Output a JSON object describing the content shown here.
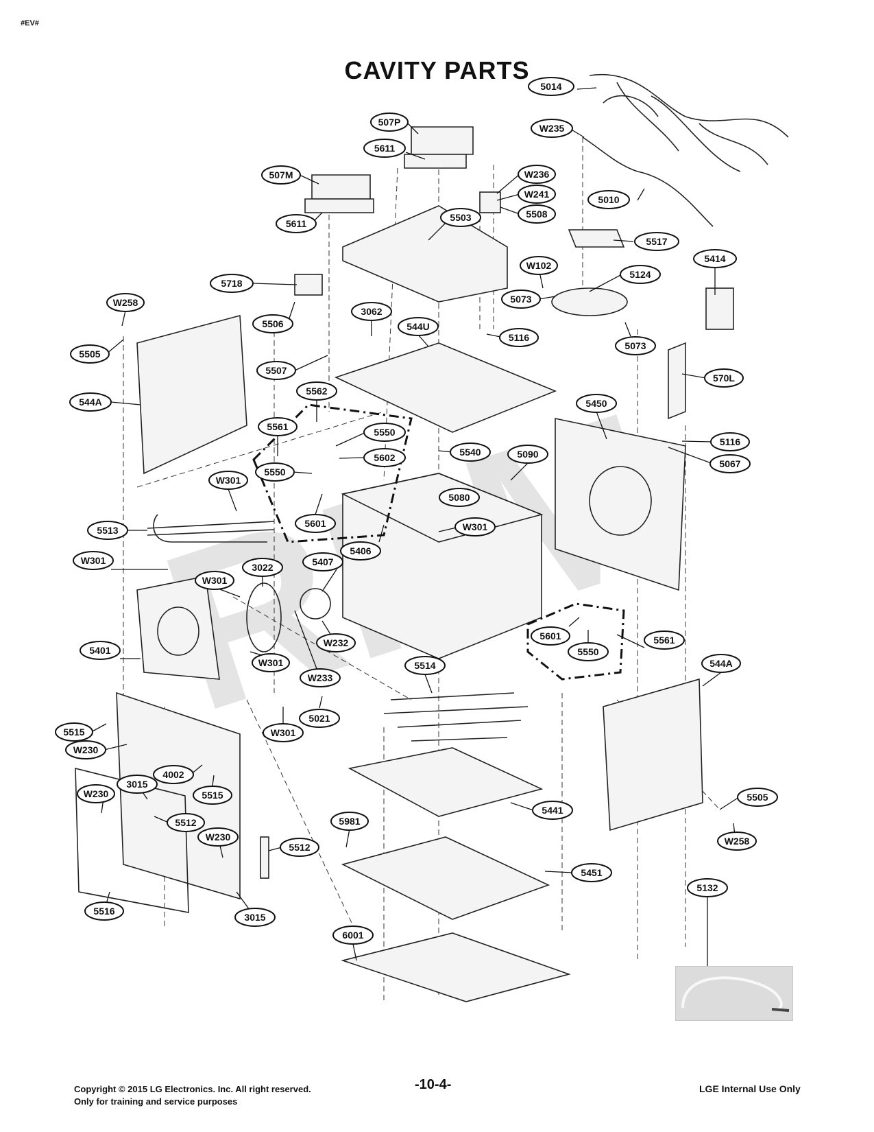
{
  "header_tag": "#EV#",
  "title": "CAVITY PARTS",
  "watermark": "RPM",
  "callouts": [
    {
      "id": "5014"
    },
    {
      "id": "507P"
    },
    {
      "id": "W235"
    },
    {
      "id": "5611a",
      "label": "5611"
    },
    {
      "id": "W236"
    },
    {
      "id": "507M"
    },
    {
      "id": "W241"
    },
    {
      "id": "5010"
    },
    {
      "id": "5508"
    },
    {
      "id": "5611b",
      "label": "5611"
    },
    {
      "id": "5503"
    },
    {
      "id": "5517"
    },
    {
      "id": "5414"
    },
    {
      "id": "W102"
    },
    {
      "id": "5718"
    },
    {
      "id": "5124"
    },
    {
      "id": "5073a",
      "label": "5073"
    },
    {
      "id": "W258a",
      "label": "W258"
    },
    {
      "id": "5506"
    },
    {
      "id": "3062"
    },
    {
      "id": "544U"
    },
    {
      "id": "5116a",
      "label": "5116"
    },
    {
      "id": "5073b",
      "label": "5073"
    },
    {
      "id": "5505a",
      "label": "5505"
    },
    {
      "id": "5507"
    },
    {
      "id": "570L"
    },
    {
      "id": "5562"
    },
    {
      "id": "544Aa",
      "label": "544A"
    },
    {
      "id": "5450"
    },
    {
      "id": "5550a",
      "label": "5550"
    },
    {
      "id": "5561a",
      "label": "5561"
    },
    {
      "id": "5540"
    },
    {
      "id": "5116b",
      "label": "5116"
    },
    {
      "id": "5602"
    },
    {
      "id": "5090"
    },
    {
      "id": "5067"
    },
    {
      "id": "5550b",
      "label": "5550"
    },
    {
      "id": "W301a",
      "label": "W301"
    },
    {
      "id": "5080"
    },
    {
      "id": "5601a",
      "label": "5601"
    },
    {
      "id": "5513"
    },
    {
      "id": "W301b",
      "label": "W301"
    },
    {
      "id": "5406"
    },
    {
      "id": "W301c",
      "label": "W301"
    },
    {
      "id": "5407"
    },
    {
      "id": "3022"
    },
    {
      "id": "W301d",
      "label": "W301"
    },
    {
      "id": "5601b",
      "label": "5601"
    },
    {
      "id": "5561b",
      "label": "5561"
    },
    {
      "id": "W232"
    },
    {
      "id": "5401"
    },
    {
      "id": "5550c",
      "label": "5550"
    },
    {
      "id": "W301e",
      "label": "W301"
    },
    {
      "id": "544Ab",
      "label": "544A"
    },
    {
      "id": "5514"
    },
    {
      "id": "W233"
    },
    {
      "id": "5021"
    },
    {
      "id": "5515a",
      "label": "5515"
    },
    {
      "id": "W301f",
      "label": "W301"
    },
    {
      "id": "W230a",
      "label": "W230"
    },
    {
      "id": "4002"
    },
    {
      "id": "3015a",
      "label": "3015"
    },
    {
      "id": "5515b",
      "label": "5515"
    },
    {
      "id": "5441"
    },
    {
      "id": "W230b",
      "label": "W230"
    },
    {
      "id": "5505b",
      "label": "5505"
    },
    {
      "id": "5512a",
      "label": "5512"
    },
    {
      "id": "5981"
    },
    {
      "id": "W258b",
      "label": "W258"
    },
    {
      "id": "W230c",
      "label": "W230"
    },
    {
      "id": "5512b",
      "label": "5512"
    },
    {
      "id": "5451"
    },
    {
      "id": "5132"
    },
    {
      "id": "5516"
    },
    {
      "id": "3015b",
      "label": "3015"
    },
    {
      "id": "6001"
    }
  ],
  "footer": {
    "copyright_line1": "Copyright © 2015 LG Electronics. Inc. All right reserved.",
    "copyright_line2": "Only for training and service purposes",
    "page_number": "-10-4-",
    "internal": "LGE Internal Use Only"
  }
}
